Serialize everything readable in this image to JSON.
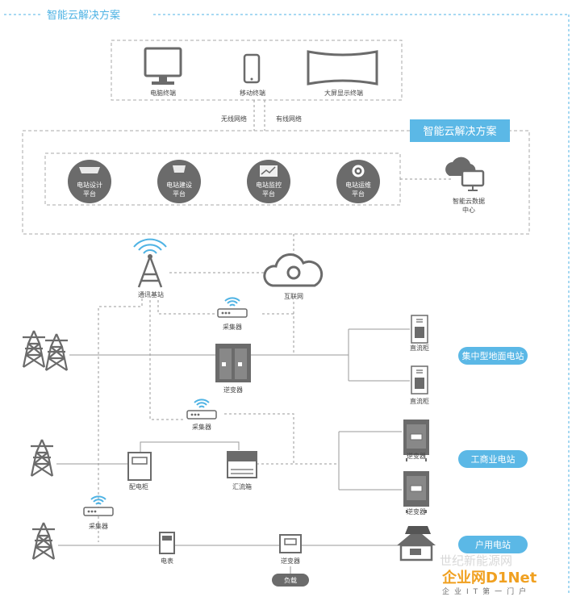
{
  "header": {
    "title": "智能云解决方案"
  },
  "terminals": {
    "pc": "电脑终端",
    "mobile": "移动终端",
    "screen": "大屏显示终端"
  },
  "networks": {
    "wireless": "无线网络",
    "wired": "有线网络"
  },
  "cloud_section": {
    "banner": "智能云解决方案",
    "platforms": [
      {
        "line1": "电站设计",
        "line2": "平台"
      },
      {
        "line1": "电站建设",
        "line2": "平台"
      },
      {
        "line1": "电站监控",
        "line2": "平台"
      },
      {
        "line1": "电站运维",
        "line2": "平台"
      }
    ],
    "datacenter": {
      "line1": "智能云数据",
      "line2": "中心"
    }
  },
  "nodes": {
    "base_station": "通讯基站",
    "internet": "互联网",
    "collector": "采集器",
    "inverter": "逆变器",
    "dc_cabinet": "直流柜",
    "distribution_cabinet": "配电柜",
    "combiner_box": "汇流箱",
    "meter": "电表",
    "load": "负载"
  },
  "stations": {
    "ground": "集中型地面电站",
    "commercial": "工商业电站",
    "household": "户用电站"
  },
  "watermark": {
    "brand": "企业网D1Net",
    "slogan": "企业IT第一门户",
    "faded": "世纪新能源网"
  },
  "colors": {
    "accent": "#4fb3e4",
    "icon": "#6b6b6b",
    "line": "#9a9a9a"
  }
}
